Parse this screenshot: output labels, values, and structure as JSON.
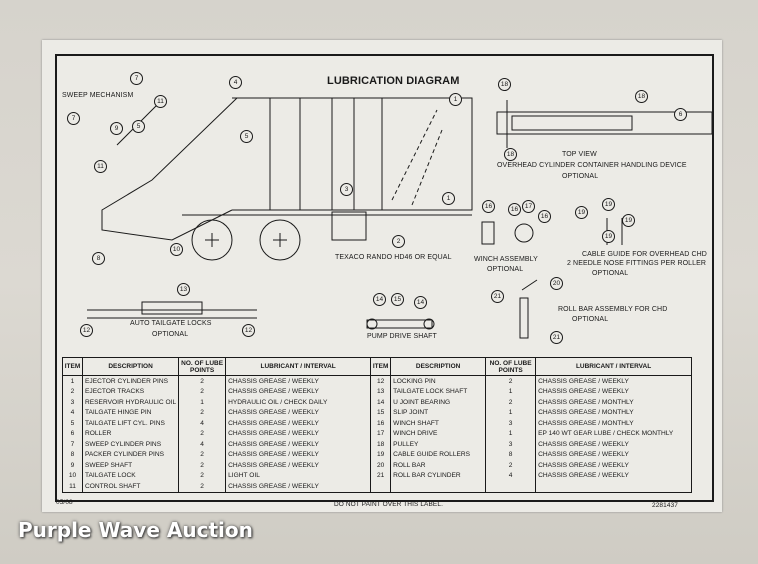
{
  "diagram": {
    "title": "LUBRICATION DIAGRAM",
    "sweep_mechanism": "SWEEP MECHANISM",
    "top_view": "TOP VIEW",
    "overhead_device": "OVERHEAD CYLINDER CONTAINER HANDLING DEVICE",
    "optional": "OPTIONAL",
    "texaco": "TEXACO RANDO HD46 OR EQUAL",
    "winch_assembly": "WINCH ASSEMBLY",
    "cable_guide_1": "CABLE GUIDE FOR OVERHEAD CHD",
    "cable_guide_2": "2 NEEDLE NOSE FITTINGS PER ROLLER",
    "roll_bar": "ROLL BAR ASSEMBLY FOR CHD",
    "auto_tailgate": "AUTO TAILGATE LOCKS",
    "pump_drive": "PUMP DRIVE SHAFT"
  },
  "table": {
    "headers": {
      "item": "ITEM",
      "description": "DESCRIPTION",
      "lube_points": "NO. OF LUBE POINTS",
      "lubricant": "LUBRICANT / INTERVAL"
    },
    "left": [
      {
        "item": "1",
        "description": "EJECTOR CYLINDER PINS",
        "points": "2",
        "lubricant": "CHASSIS GREASE / WEEKLY"
      },
      {
        "item": "2",
        "description": "EJECTOR TRACKS",
        "points": "2",
        "lubricant": "CHASSIS GREASE / WEEKLY"
      },
      {
        "item": "3",
        "description": "RESERVOIR HYDRAULIC OIL",
        "points": "1",
        "lubricant": "HYDRAULIC OIL / CHECK DAILY"
      },
      {
        "item": "4",
        "description": "TAILGATE HINGE PIN",
        "points": "2",
        "lubricant": "CHASSIS GREASE / WEEKLY"
      },
      {
        "item": "5",
        "description": "TAILGATE LIFT CYL. PINS",
        "points": "4",
        "lubricant": "CHASSIS GREASE / WEEKLY"
      },
      {
        "item": "6",
        "description": "ROLLER",
        "points": "2",
        "lubricant": "CHASSIS GREASE / WEEKLY"
      },
      {
        "item": "7",
        "description": "SWEEP CYLINDER PINS",
        "points": "4",
        "lubricant": "CHASSIS GREASE / WEEKLY"
      },
      {
        "item": "8",
        "description": "PACKER CYLINDER PINS",
        "points": "2",
        "lubricant": "CHASSIS GREASE / WEEKLY"
      },
      {
        "item": "9",
        "description": "SWEEP SHAFT",
        "points": "2",
        "lubricant": "CHASSIS GREASE / WEEKLY"
      },
      {
        "item": "10",
        "description": "TAILGATE LOCK",
        "points": "2",
        "lubricant": "LIGHT OIL"
      },
      {
        "item": "11",
        "description": "CONTROL SHAFT",
        "points": "2",
        "lubricant": "CHASSIS GREASE / WEEKLY"
      }
    ],
    "right": [
      {
        "item": "12",
        "description": "LOCKING PIN",
        "points": "2",
        "lubricant": "CHASSIS GREASE / WEEKLY"
      },
      {
        "item": "13",
        "description": "TAILGATE LOCK SHAFT",
        "points": "1",
        "lubricant": "CHASSIS GREASE / WEEKLY"
      },
      {
        "item": "14",
        "description": "U JOINT BEARING",
        "points": "2",
        "lubricant": "CHASSIS GREASE / MONTHLY"
      },
      {
        "item": "15",
        "description": "SLIP JOINT",
        "points": "1",
        "lubricant": "CHASSIS GREASE / MONTHLY"
      },
      {
        "item": "16",
        "description": "WINCH SHAFT",
        "points": "3",
        "lubricant": "CHASSIS GREASE / MONTHLY"
      },
      {
        "item": "17",
        "description": "WINCH DRIVE",
        "points": "1",
        "lubricant": "EP 140 WT GEAR LUBE / CHECK MONTHLY"
      },
      {
        "item": "18",
        "description": "PULLEY",
        "points": "3",
        "lubricant": "CHASSIS GREASE / WEEKLY"
      },
      {
        "item": "19",
        "description": "CABLE GUIDE ROLLERS",
        "points": "8",
        "lubricant": "CHASSIS GREASE / WEEKLY"
      },
      {
        "item": "20",
        "description": "ROLL BAR",
        "points": "2",
        "lubricant": "CHASSIS GREASE / WEEKLY"
      },
      {
        "item": "21",
        "description": "ROLL BAR CYLINDER",
        "points": "4",
        "lubricant": "CHASSIS GREASE / WEEKLY"
      }
    ]
  },
  "footer": {
    "date": "05/08",
    "warning": "DO NOT PAINT OVER THIS LABEL.",
    "part_number": "2281437"
  },
  "watermark": "Purple Wave Auction"
}
